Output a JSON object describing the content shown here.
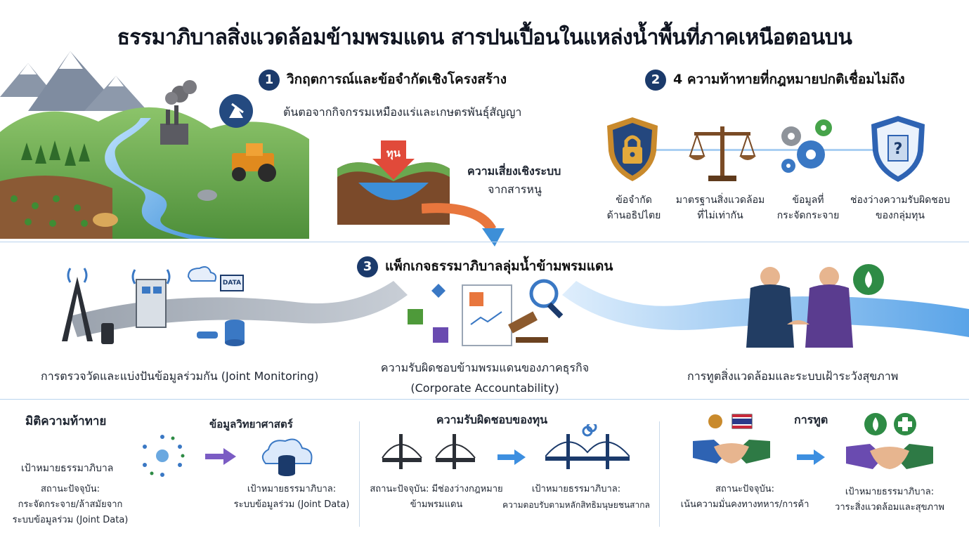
{
  "title": "ธรรมาภิบาลสิ่งแวดล้อมข้ามพรมแดน สารปนเปื้อนในแหล่งน้ำพื้นที่ภาคเหนือตอนบน",
  "section1": {
    "number": "1",
    "heading": "วิกฤตการณ์และข้อจำกัดเชิงโครงสร้าง",
    "subheading": "ต้นตอจากกิจกรรมเหมืองแร่และเกษตรพันธุ์สัญญา",
    "funnel_label": "ทุน",
    "risk_title": "ความเสี่ยงเชิงระบบ",
    "risk_sub": "จากสารหนู"
  },
  "section2": {
    "number": "2",
    "heading": "4 ความท้าทายที่กฎหมายปกติเชื่อมไม่ถึง",
    "items": [
      {
        "line1": "ข้อจำกัด",
        "line2": "ด้านอธิปไตย",
        "icon": "padlock-shield-icon"
      },
      {
        "line1": "มาตรฐานสิ่งแวดล้อม",
        "line2": "ที่ไม่เท่ากัน",
        "icon": "scales-icon"
      },
      {
        "line1": "ข้อมูลที่",
        "line2": "กระจัดกระจาย",
        "icon": "gears-icon"
      },
      {
        "line1": "ช่องว่างความรับผิดชอบ",
        "line2": "ของกลุ่มทุน",
        "icon": "question-shield-icon"
      }
    ]
  },
  "section3": {
    "number": "3",
    "heading": "แพ็กเกจธรรมาภิบาลลุ่มน้ำข้ามพรมแดน",
    "data_tag": "DATA",
    "left_caption": "การตรวจวัดและแบ่งปันข้อมูลร่วมกัน (Joint Monitoring)",
    "middle_caption_1": "ความรับผิดชอบข้ามพรมแดนของภาคธุรกิจ",
    "middle_caption_2": "(Corporate Accountability)",
    "right_caption": "การทูตสิ่งแวดล้อมและระบบเฝ้าระวังสุขภาพ"
  },
  "bottom": {
    "dimension_title": "มิติความท้าทาย",
    "gov_goal_label": "เป้าหมายธรรมาภิบาล",
    "col1": {
      "title": "ข้อมูลวิทยาศาสตร์",
      "current_1": "สถานะปัจจุบัน:",
      "current_2": "กระจัดกระจาย/ล้าสมัยจาก",
      "current_3": "ระบบข้อมูลร่วม (Joint Data)",
      "goal_1": "เป้าหมายธรรมาภิบาล:",
      "goal_2": "ระบบข้อมูลร่วม (Joint Data)"
    },
    "col2": {
      "title": "ความรับผิดชอบของทุน",
      "current_1": "สถานะปัจจุบัน: มีช่องว่างกฎหมาย",
      "current_2": "ข้ามพรมแดน",
      "goal_1": "เป้าหมายธรรมาภิบาล:",
      "goal_2": "ความตอบรับตามหลักสิทธิมนุษยชนสากล"
    },
    "col3": {
      "title": "การทูต",
      "current_1": "สถานะปัจจุบัน:",
      "current_2": "เน้นความมั่นคงทางทหาร/การค้า",
      "goal_1": "เป้าหมายธรรมาภิบาล:",
      "goal_2": "วาระสิ่งแวดล้อมและสุขภาพ"
    }
  },
  "colors": {
    "navy": "#1b3a6b",
    "river": "#3d8fd8",
    "arrow_purple": "#7b5cc4",
    "arrow_blue": "#3d8fe0",
    "divider": "#b9d3ee"
  }
}
